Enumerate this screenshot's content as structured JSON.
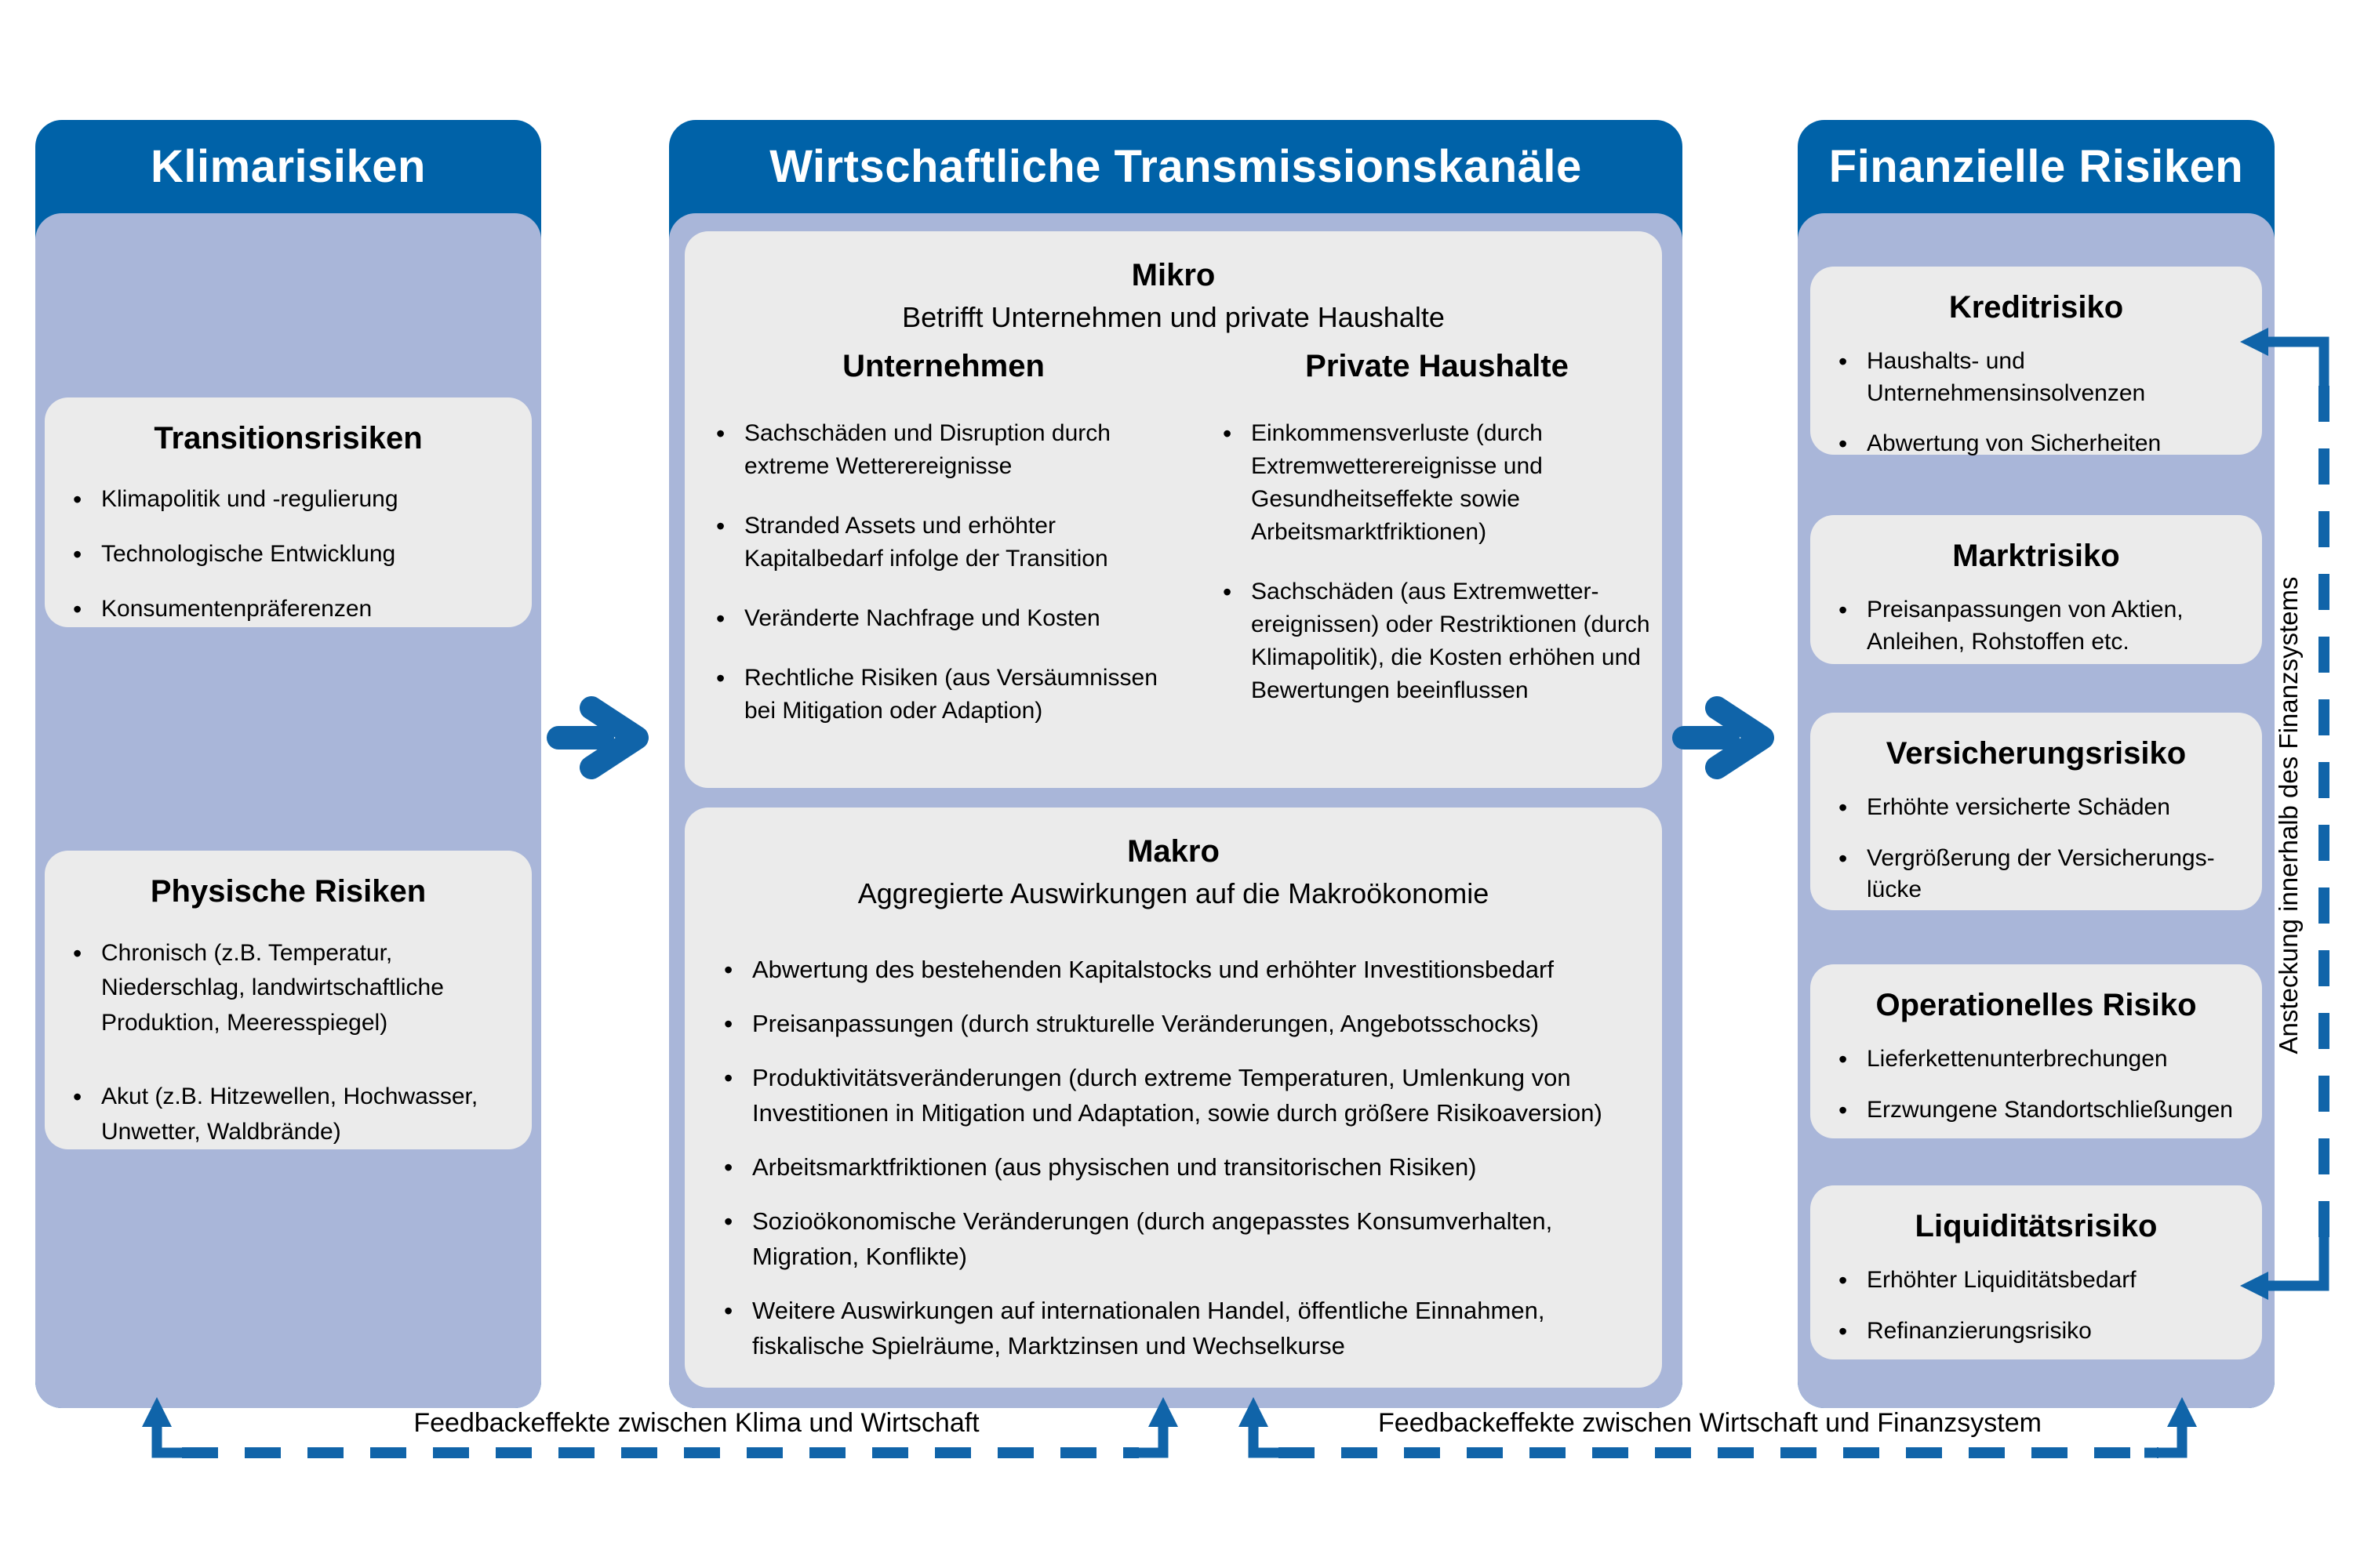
{
  "palette": {
    "header_blue": "#0062a8",
    "panel_lavender": "#a9b6d9",
    "box_gray": "#ebebeb",
    "arrow_blue": "#1064a9",
    "header_text": "#ffffff",
    "body_text": "#000000",
    "background": "#ffffff"
  },
  "columns": {
    "climate": {
      "title": "Klimarisiken",
      "boxes": [
        {
          "title": "Transitionsrisiken",
          "items": [
            "Klimapolitik und -regulierung",
            "Technologische Entwicklung",
            "Konsumentenpräferenzen"
          ]
        },
        {
          "title": "Physische Risiken",
          "items": [
            "Chronisch (z.B. Temperatur, Niederschlag, landwirtschaftliche Produktion, Meeresspiegel)",
            "Akut (z.B. Hitzewellen, Hochwasser, Unwetter, Waldbrände)"
          ]
        }
      ]
    },
    "transmission": {
      "title": "Wirtschaftliche Transmissionskanäle",
      "mikro": {
        "title": "Mikro",
        "subtitle": "Betrifft Unternehmen und private Haushalte",
        "companies": {
          "title": "Unternehmen",
          "items": [
            "Sachschäden und Disruption durch extreme Wetterereignisse",
            "Stranded Assets und erhöhter Kapitalbedarf infolge der Transition",
            "Veränderte Nachfrage und Kosten",
            "Rechtliche Risiken (aus Versäumnissen bei Mitigation oder Adaption)"
          ]
        },
        "households": {
          "title": "Private Haushalte",
          "items": [
            "Einkommensverluste (durch Extremwetterereignisse und Gesundheitseffekte sowie Arbeitsmarktfriktionen)",
            "Sachschäden (aus Extremwetter­ereignissen) oder Restriktionen (durch Klimapolitik), die Kosten erhöhen und Bewertungen beeinflussen"
          ]
        }
      },
      "makro": {
        "title": "Makro",
        "subtitle": "Aggregierte Auswirkungen auf die Makroökonomie",
        "items": [
          "Abwertung des bestehenden Kapitalstocks und erhöhter Investitionsbedarf",
          "Preisanpassungen (durch strukturelle Veränderungen, Angebotsschocks)",
          "Produktivitätsveränderungen (durch extreme Temperaturen, Umlenkung von Investitionen in Mitigation und Adaptation, sowie durch größere Risikoaver­sion)",
          "Arbeitsmarktfriktionen (aus physischen und transitorischen Risiken)",
          "Sozioökonomische Veränderungen (durch angepasstes Konsumverhalten, Migration, Konflikte)",
          "Weitere Auswirkungen auf internationalen Handel, öffentliche Einnahmen, fiskalische Spielräume, Marktzinsen und Wechselkurse"
        ]
      }
    },
    "financial": {
      "title": "Finanzielle Risiken",
      "boxes": [
        {
          "title": "Kreditrisiko",
          "items": [
            "Haushalts- und Unternehmensinsolvenzen",
            "Abwertung von Sicherheiten"
          ]
        },
        {
          "title": "Marktrisiko",
          "items": [
            "Preisanpassungen von Aktien, Anleihen, Rohstoffen etc."
          ]
        },
        {
          "title": "Versicherungsrisiko",
          "items": [
            "Erhöhte versicherte Schäden",
            "Vergrößerung der Versicherungs­lücke"
          ]
        },
        {
          "title": "Operationelles Risiko",
          "items": [
            "Lieferkettenunterbrechungen",
            "Erzwungene Standortschließungen"
          ]
        },
        {
          "title": "Liquiditätsrisiko",
          "items": [
            "Erhöhter Liquiditätsbedarf",
            "Refinanzierungsrisiko"
          ]
        }
      ]
    }
  },
  "feedback": {
    "climate_economy": "Feedbackeffekte zwischen Klima und Wirtschaft",
    "economy_finance": "Feedbackeffekte zwischen Wirtschaft und Finanzsystem"
  },
  "contagion": {
    "label": "Ansteckung innerhalb des Finanzsystems"
  }
}
